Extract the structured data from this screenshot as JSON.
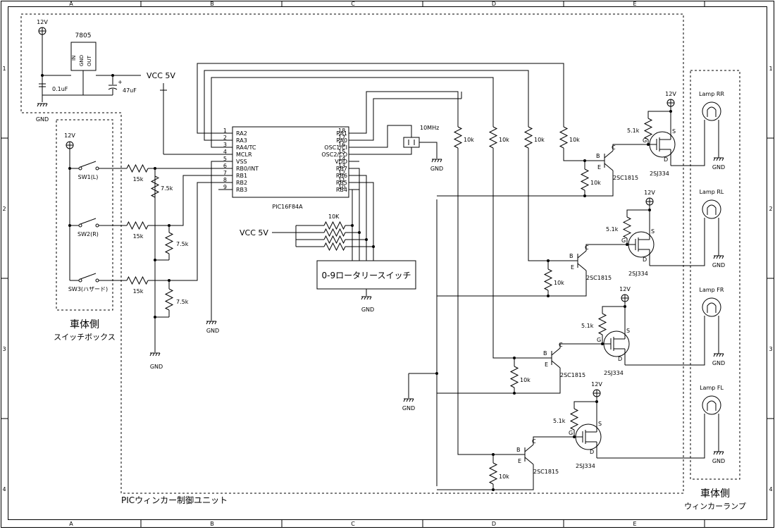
{
  "frame": {
    "cols": [
      "A",
      "B",
      "C",
      "D",
      "E"
    ],
    "rows": [
      "1",
      "2",
      "3",
      "4"
    ]
  },
  "power": {
    "regulator": "7805",
    "in_label": "12V",
    "out_label": "VCC 5V",
    "cap1": "0.1uF",
    "cap2": "47uF",
    "gnd": "GND"
  },
  "mcu": {
    "name": "PIC16F84A",
    "left_pins": [
      {
        "num": "1",
        "name": "RA2"
      },
      {
        "num": "2",
        "name": "RA3"
      },
      {
        "num": "3",
        "name": "RA4/TC"
      },
      {
        "num": "4",
        "name": "MCLR"
      },
      {
        "num": "5",
        "name": "VSS"
      },
      {
        "num": "6",
        "name": "RB0/INT"
      },
      {
        "num": "7",
        "name": "RB1"
      },
      {
        "num": "8",
        "name": "RB2"
      },
      {
        "num": "9",
        "name": "RB3"
      }
    ],
    "right_pins": [
      {
        "num": "18",
        "name": "RA1"
      },
      {
        "num": "17",
        "name": "RA0"
      },
      {
        "num": "16",
        "name": "OSC1/CI"
      },
      {
        "num": "15",
        "name": "OSC2/CO"
      },
      {
        "num": "14",
        "name": "VDD"
      },
      {
        "num": "13",
        "name": "RB7"
      },
      {
        "num": "12",
        "name": "RB6"
      },
      {
        "num": "11",
        "name": "RB5"
      },
      {
        "num": "10",
        "name": "RB4"
      }
    ]
  },
  "crystal": {
    "label": "10MHz"
  },
  "switch_box": {
    "supply": "12V",
    "switches": [
      "SW1(L)",
      "SW2(R)",
      "SW3(ハザード)"
    ],
    "r_series": "15k",
    "r_pull": "7.5k",
    "title1": "車体側",
    "title2": "スイッチボックス"
  },
  "rotary": {
    "label": "0-9ロータリースイッチ",
    "r_label": "10K",
    "vcc": "VCC 5V"
  },
  "driver": {
    "pullup": "10k",
    "base_r": "10k",
    "gate_r": "5.1k",
    "npn": "2SC1815",
    "pmos": "2SJ334",
    "supply": "12V",
    "pin_b": "B",
    "pin_c": "C",
    "pin_e": "E",
    "pin_g": "G",
    "pin_s": "S",
    "pin_d": "D"
  },
  "lamps": [
    "Lamp RR",
    "Lamp RL",
    "Lamp FR",
    "Lamp FL"
  ],
  "unit_label": "PICウィンカー制御ユニット",
  "lamp_box": {
    "title1": "車体側",
    "title2": "ウィンカーランプ"
  },
  "gnd_label": "GND"
}
